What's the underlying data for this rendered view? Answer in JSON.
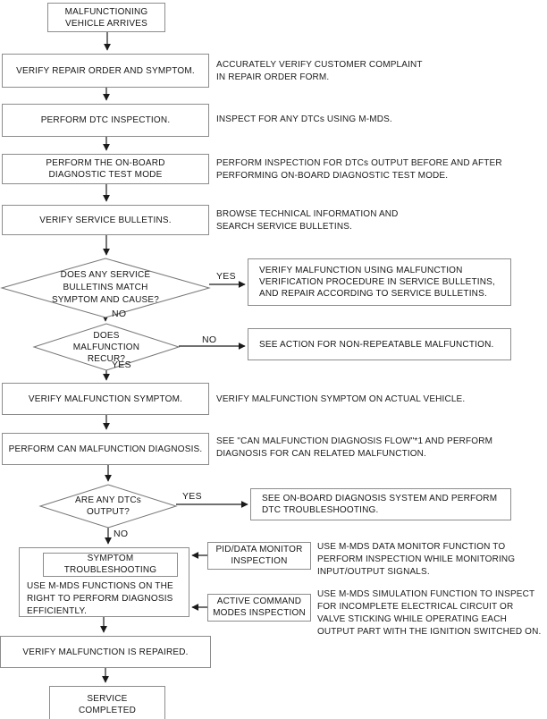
{
  "boxes": {
    "arrival": "MALFUNCTIONING\nVEHICLE ARRIVES",
    "verify_repair_order": "VERIFY REPAIR ORDER AND SYMPTOM.",
    "dtc_inspection": "PERFORM DTC INSPECTION.",
    "onboard_test": "PERFORM THE ON-BOARD\nDIAGNOSTIC TEST MODE",
    "service_bulletins": "VERIFY SERVICE BULLETINS.",
    "verify_symptom": "VERIFY MALFUNCTION SYMPTOM.",
    "can_diagnosis": "PERFORM CAN MALFUNCTION DIAGNOSIS.",
    "verify_repaired": "VERIFY MALFUNCTION IS REPAIRED.",
    "service_completed": "SERVICE\nCOMPLETED",
    "symptom_troubleshooting_title": "SYMPTOM\nTROUBLESHOOTING",
    "symptom_troubleshooting_desc": "USE M-MDS FUNCTIONS ON THE\nRIGHT TO PERFORM DIAGNOSIS\nEFFICIENTLY.",
    "pid_monitor": "PID/DATA MONITOR\nINSPECTION",
    "active_command": "ACTIVE COMMAND\nMODES INSPECTION"
  },
  "decisions": {
    "bulletins_match": "DOES ANY SERVICE\nBULLETINS MATCH\nSYMPTOM AND CAUSE?",
    "malfunction_recur": "DOES\nMALFUNCTION\nRECUR?",
    "dtcs_output": "ARE ANY DTCs\nOUTPUT?"
  },
  "results": {
    "verify_bulletins": "VERIFY MALFUNCTION USING MALFUNCTION\nVERIFICATION PROCEDURE IN SERVICE BULLETINS,\nAND REPAIR ACCORDING TO SERVICE BULLETINS.",
    "non_repeatable": "SEE ACTION FOR NON-REPEATABLE MALFUNCTION.",
    "obd_troubleshooting": "SEE ON-BOARD DIAGNOSIS SYSTEM AND PERFORM\nDTC TROUBLESHOOTING."
  },
  "notes": {
    "repair_order": "ACCURATELY VERIFY CUSTOMER COMPLAINT\nIN REPAIR ORDER FORM.",
    "dtc": "INSPECT FOR ANY DTCs USING M-MDS.",
    "onboard": "PERFORM INSPECTION FOR DTCs OUTPUT BEFORE AND AFTER\nPERFORMING ON-BOARD DIAGNOSTIC TEST MODE.",
    "bulletins": "BROWSE TECHNICAL INFORMATION AND\nSEARCH SERVICE BULLETINS.",
    "symptom": "VERIFY MALFUNCTION SYMPTOM ON ACTUAL VEHICLE.",
    "can": "SEE \"CAN MALFUNCTION DIAGNOSIS FLOW\"*1 AND PERFORM\nDIAGNOSIS FOR CAN RELATED MALFUNCTION.",
    "pid": "USE M-MDS DATA MONITOR FUNCTION TO\nPERFORM INSPECTION WHILE MONITORING\nINPUT/OUTPUT SIGNALS.",
    "active": "USE M-MDS SIMULATION FUNCTION TO INSPECT\nFOR INCOMPLETE ELECTRICAL CIRCUIT OR\nVALVE STICKING WHILE OPERATING EACH\nOUTPUT PART WITH THE IGNITION SWITCHED ON."
  },
  "branch_labels": {
    "yes1": "YES",
    "no1": "NO",
    "no2": "NO",
    "yes2": "YES",
    "yes3": "YES",
    "no3": "NO"
  },
  "colors": {
    "border": "#8c8c8c",
    "line": "#1a1a1a",
    "text": "#161616",
    "background": "#ffffff"
  }
}
